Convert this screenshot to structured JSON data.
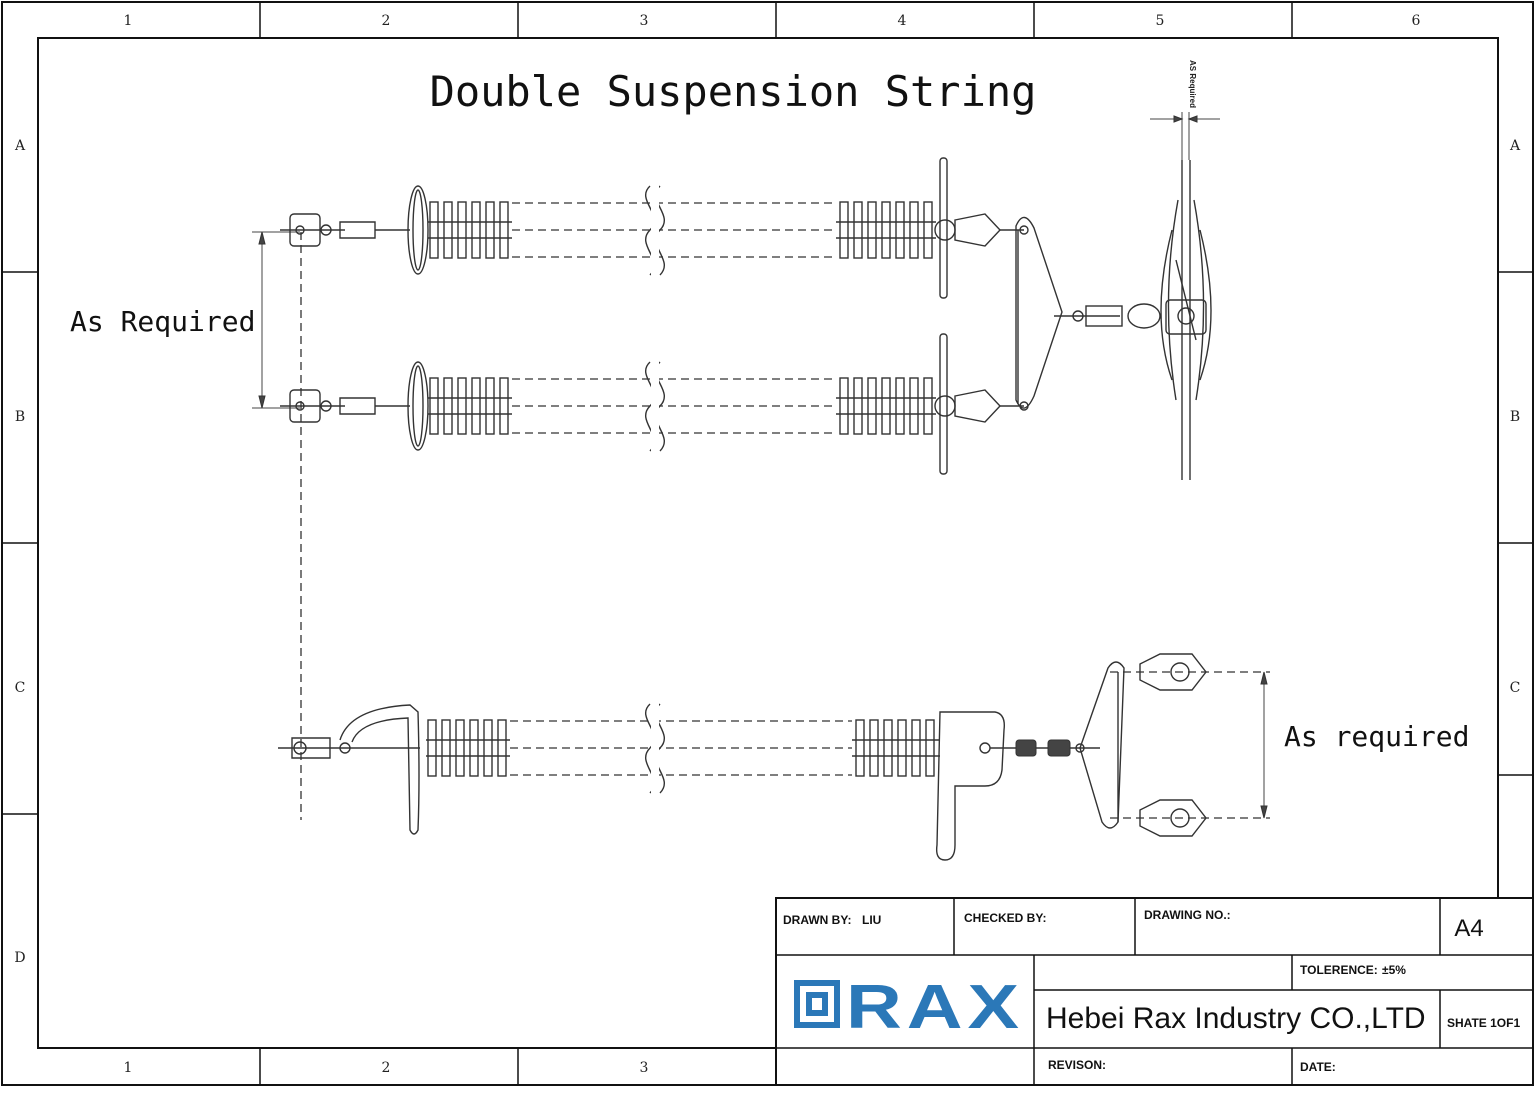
{
  "title": "Double Suspension String",
  "zones": {
    "columns": [
      "1",
      "2",
      "3",
      "4",
      "5",
      "6"
    ],
    "rows": [
      "A",
      "B",
      "C",
      "D"
    ]
  },
  "dimensions": {
    "left_spacing": "As Required",
    "right_spacing": "As required",
    "top_spacing": "AS Required"
  },
  "title_block": {
    "drawn_by_label": "DRAWN BY:",
    "drawn_by_value": "LIU",
    "checked_by_label": "CHECKED BY:",
    "drawing_no_label": "DRAWING NO.:",
    "sheet_size": "A4",
    "tolerance_label": "TOLERENCE:",
    "tolerance_value": "±5%",
    "company": "Hebei Rax Industry CO.,LTD",
    "sheet": "SHATE 1OF1",
    "revision_label": "REVISON:",
    "date_label": "DATE:",
    "logo_text": "RAX"
  },
  "colors": {
    "logo_blue": "#2b78b8",
    "line": "#333333"
  }
}
